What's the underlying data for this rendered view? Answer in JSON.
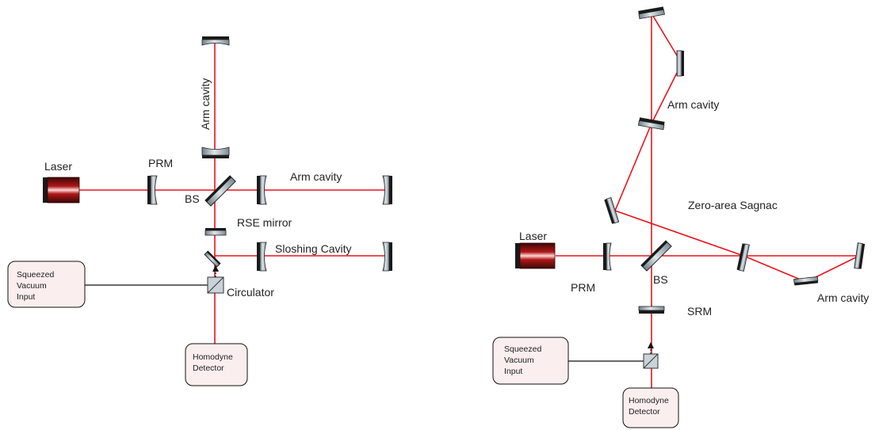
{
  "left_setup": {
    "laser_label": "Laser",
    "prm_label": "PRM",
    "bs_label": "BS",
    "arm_cavity_vertical_label": "Arm cavity",
    "arm_cavity_horizontal_label": "Arm cavity",
    "rse_mirror_label": "RSE mirror",
    "sloshing_cavity_label": "Sloshing Cavity",
    "circulator_label": "Circulator",
    "squeezed_input": [
      "Squeezed",
      "Vacuum",
      "Input"
    ],
    "homodyne_detector": [
      "Homodyne",
      "Detector"
    ]
  },
  "right_setup": {
    "laser_label": "Laser",
    "prm_label": "PRM",
    "bs_label": "BS",
    "arm_cavity_top_label": "Arm cavity",
    "arm_cavity_right_label": "Arm cavity",
    "zero_area_label": "Zero-area Sagnac",
    "srm_label": "SRM",
    "squeezed_input": [
      "Squeezed",
      "Vacuum",
      "Input"
    ],
    "homodyne_detector": [
      "Homodyne",
      "Detector"
    ]
  },
  "colors": {
    "beam": "#e8141c",
    "mirror_coating": "#1a1a1a",
    "box_fill": "#fbeeee"
  }
}
